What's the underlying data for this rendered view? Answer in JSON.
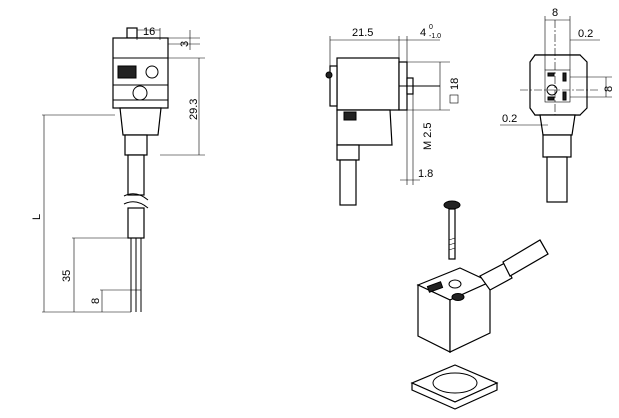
{
  "dimensions": {
    "width_16": "16",
    "top_3": "3",
    "height_29_3": "29.3",
    "length_L": "L",
    "wire_35": "35",
    "strip_8": "8",
    "depth_21_5": "21.5",
    "flange_4": "4",
    "flange_4_tol_upper": "0",
    "flange_4_tol_lower": "-1.0",
    "square_18": "18",
    "thread_m2_5": "M 2.5",
    "pin_1_8": "1.8",
    "pitch_8_h": "8",
    "tol_0_2_top": "0.2",
    "pitch_8_v": "8",
    "tol_0_2_bottom": "0.2"
  }
}
